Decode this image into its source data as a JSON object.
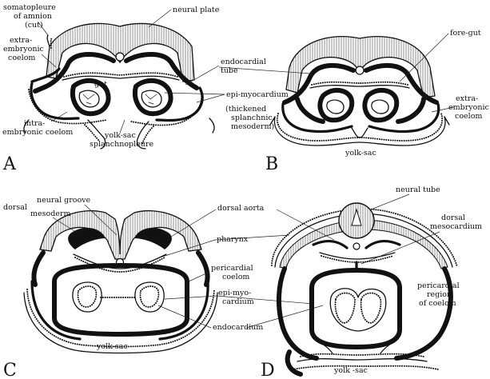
{
  "panels": [
    {
      "letter": "A",
      "labels": [
        {
          "key": "somatopleure",
          "lines": [
            "somatopleure",
            "of  amnion",
            "(cut)"
          ]
        },
        {
          "key": "neural-plate",
          "lines": [
            "neural plate"
          ]
        },
        {
          "key": "extra-embryonic-coelom",
          "lines": [
            "extra-",
            "embryonic",
            "coelom"
          ]
        },
        {
          "key": "endocardial-tube",
          "lines": [
            "endocardial",
            "tube"
          ]
        },
        {
          "key": "gut",
          "lines": [
            "gut"
          ]
        },
        {
          "key": "epi-myocardium",
          "lines": [
            "epi-myocardium"
          ]
        },
        {
          "key": "thickened",
          "lines": [
            "(thickened",
            "splanchnic",
            "mesoderm)"
          ]
        },
        {
          "key": "intra-embryonic-coelom",
          "lines": [
            "intra-",
            "embryonic coelom"
          ]
        },
        {
          "key": "yolk-sac-splanchnopleure",
          "lines": [
            "yolk-sac",
            "splanchnopleure"
          ]
        }
      ]
    },
    {
      "letter": "B",
      "labels": [
        {
          "key": "fore-gut",
          "lines": [
            "fore-gut"
          ]
        },
        {
          "key": "extra-embryonic-coelom",
          "lines": [
            "extra-",
            "embryonic",
            "coelom"
          ]
        },
        {
          "key": "yolk-sac",
          "lines": [
            "yolk-sac"
          ]
        }
      ]
    },
    {
      "letter": "C",
      "labels": [
        {
          "key": "neural-groove",
          "lines": [
            "neural groove"
          ]
        },
        {
          "key": "dorsal-mesoderm",
          "lines": [
            "dorsal",
            "mesoderm"
          ]
        },
        {
          "key": "dorsal-aorta",
          "lines": [
            "dorsal aorta"
          ]
        },
        {
          "key": "pharynx",
          "lines": [
            "pharynx"
          ]
        },
        {
          "key": "pericardial-coelom",
          "lines": [
            "pericardial",
            "coelom"
          ]
        },
        {
          "key": "epi-myo-cardium",
          "lines": [
            "epi-myo-",
            "cardium"
          ]
        },
        {
          "key": "endocardium",
          "lines": [
            "endocardium"
          ]
        },
        {
          "key": "yolk-sac",
          "lines": [
            "yolk-sac"
          ]
        }
      ]
    },
    {
      "letter": "D",
      "labels": [
        {
          "key": "neural-tube",
          "lines": [
            "neural tube"
          ]
        },
        {
          "key": "dorsal-mesocardium",
          "lines": [
            "dorsal",
            "mesocardium"
          ]
        },
        {
          "key": "pericardial-region",
          "lines": [
            "pericardial",
            "region",
            "of coelom"
          ]
        },
        {
          "key": "yolk-sac",
          "lines": [
            "yolk -sac"
          ]
        }
      ]
    }
  ]
}
